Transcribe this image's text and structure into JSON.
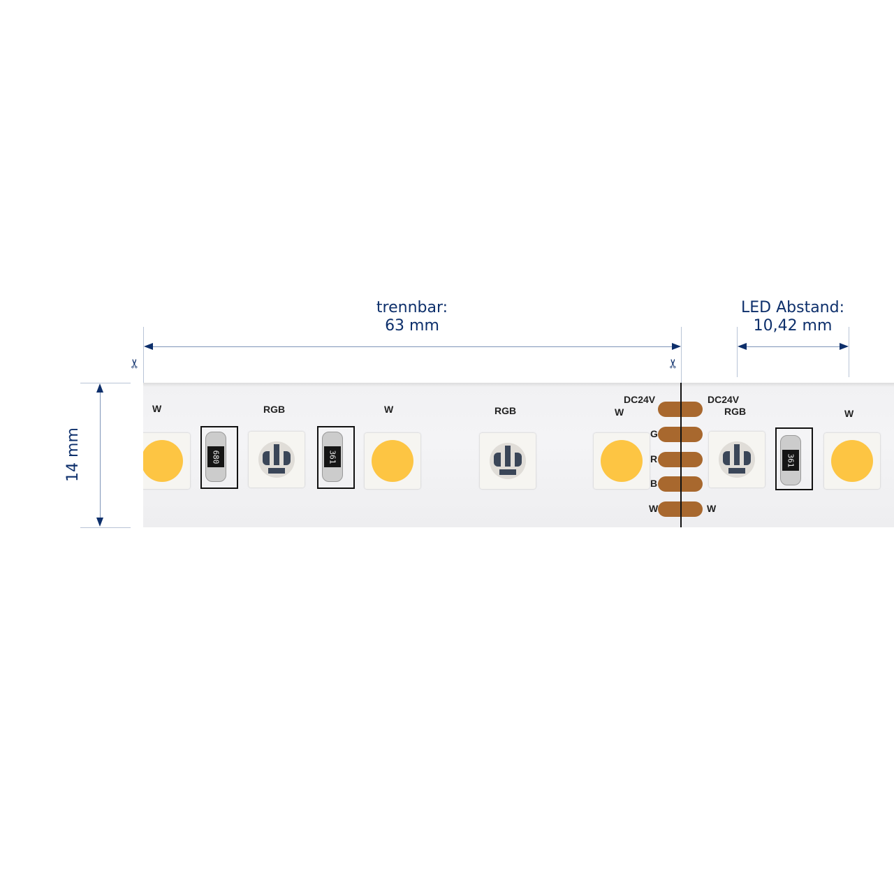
{
  "dimensions": {
    "separable": {
      "label": "trennbar:",
      "value": "63 mm"
    },
    "led_spacing": {
      "label": "LED Abstand:",
      "value": "10,42 mm"
    },
    "width": {
      "value": "14 mm"
    }
  },
  "strip": {
    "voltage_label": "DC24V",
    "led_labels": {
      "white": "W",
      "rgb": "RGB"
    },
    "resistor_codes": [
      "680",
      "361",
      "361"
    ],
    "pad_labels": [
      "G",
      "R",
      "B",
      "W"
    ],
    "pad_labels_right": [
      "W"
    ]
  },
  "colors": {
    "dimension": "#0d2f6b",
    "warm_white": "#fdc543",
    "copper": "#a8682e"
  }
}
